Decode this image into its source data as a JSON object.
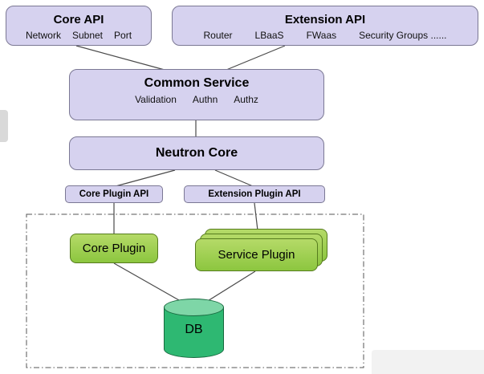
{
  "nodes": {
    "core_api": {
      "title": "Core API",
      "items": [
        "Network",
        "Subnet",
        "Port"
      ]
    },
    "extension_api": {
      "title": "Extension API",
      "items": [
        "Router",
        "LBaaS",
        "FWaas",
        "Security Groups ......"
      ]
    },
    "common_service": {
      "title": "Common Service",
      "items": [
        "Validation",
        "Authn",
        "Authz"
      ]
    },
    "neutron_core": {
      "title": "Neutron Core"
    },
    "core_plugin_api": {
      "title": "Core Plugin API"
    },
    "extension_plugin_api": {
      "title": "Extension Plugin API"
    },
    "core_plugin": {
      "title": "Core Plugin"
    },
    "service_plugin": {
      "title": "Service Plugin"
    },
    "db": {
      "title": "DB"
    }
  },
  "colors": {
    "api_node_fill": "#d6d2ef",
    "api_node_border": "#7b7894",
    "plugin_fill": "#8cc63f",
    "plugin_border": "#567c1e",
    "db_body": "#2eb872",
    "db_top": "#7ed6a7",
    "connector": "#4a4a4a"
  }
}
